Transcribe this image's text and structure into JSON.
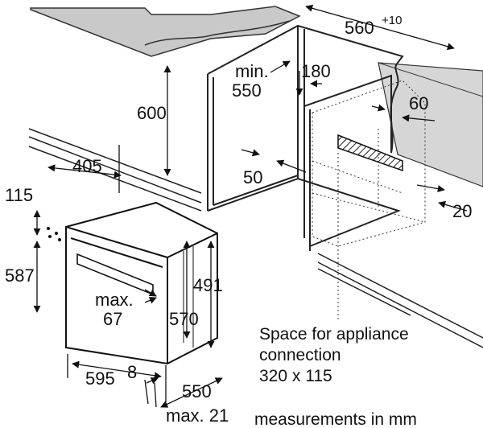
{
  "dimensions": {
    "cabinet_width": "560",
    "cabinet_width_tolerance": "+10",
    "min_depth_line1": "min.",
    "min_depth_line2": "550",
    "back_gap": "180",
    "rear_panel": "60",
    "cabinet_height": "600",
    "ledge": "50",
    "offset_20": "20",
    "oven_depth_405": "405",
    "panel_height_115": "115",
    "oven_height_587": "587",
    "oven_inner_height_491": "491",
    "handle_max_line1": "max.",
    "handle_max_line2": "67",
    "front_height_570": "570",
    "oven_width_595": "595",
    "gap_8": "8",
    "oven_depth_550": "550",
    "front_max_21": "max. 21"
  },
  "notes": {
    "connection_line1": "Space for appliance",
    "connection_line2": "connection",
    "connection_line3": "320 x 115",
    "units": "measurements in mm"
  }
}
